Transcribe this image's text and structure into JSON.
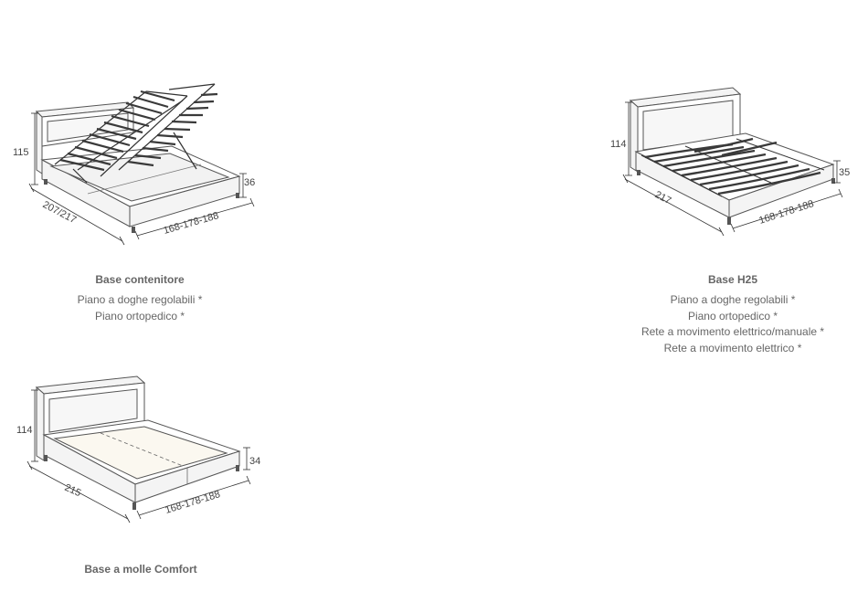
{
  "beds": [
    {
      "title": "Base contenitore",
      "options": [
        "Piano a doghe regolabili *",
        "Piano ortopedico *"
      ],
      "dimensions": {
        "height": "115",
        "base_height": "36",
        "length": "207/217",
        "width": "168-178-188"
      }
    },
    {
      "title": "Base H25",
      "options": [
        "Piano a doghe regolabili *",
        "Piano ortopedico *",
        "Rete a movimento elettrico/manuale *",
        "Rete a movimento elettrico *"
      ],
      "dimensions": {
        "height": "114",
        "base_height": "35",
        "length": "217",
        "width": "168-178-188"
      }
    },
    {
      "title": "Base a molle Comfort",
      "options": [],
      "dimensions": {
        "height": "114",
        "base_height": "34",
        "length": "215",
        "width": "168-178-188"
      }
    }
  ],
  "colors": {
    "line": "#555555",
    "fill": "#f4f4f4",
    "mattress": "#fbf8f0",
    "slat": "#3a3a3a",
    "text": "#666666"
  }
}
